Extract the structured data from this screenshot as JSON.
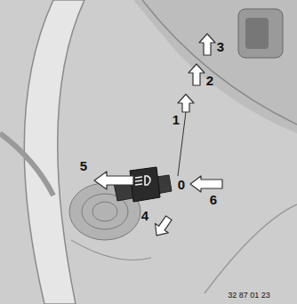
{
  "diagram": {
    "labels": [
      "3",
      "2",
      "1",
      "5",
      "0",
      "6",
      "4",
      "32 87 01 23"
    ]
  }
}
